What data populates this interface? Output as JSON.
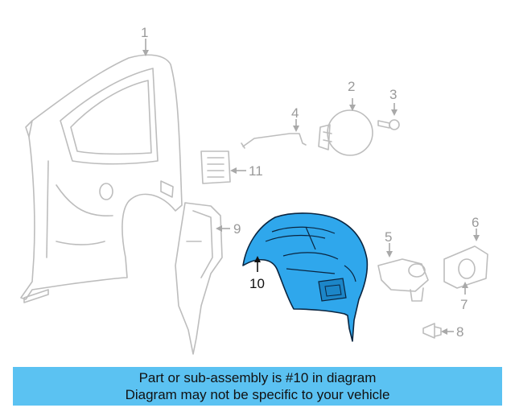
{
  "diagram": {
    "callouts": [
      "1",
      "2",
      "3",
      "4",
      "5",
      "6",
      "7",
      "8",
      "9",
      "10",
      "11"
    ],
    "highlighted_part": "10",
    "highlight_color": "#2fa7ec",
    "ghost_line_color": "#bdbdbd"
  },
  "banner": {
    "line1": "Part or sub-assembly is #10 in diagram",
    "line2": "Diagram may not be specific to your vehicle",
    "background": "#5bc2f2"
  }
}
